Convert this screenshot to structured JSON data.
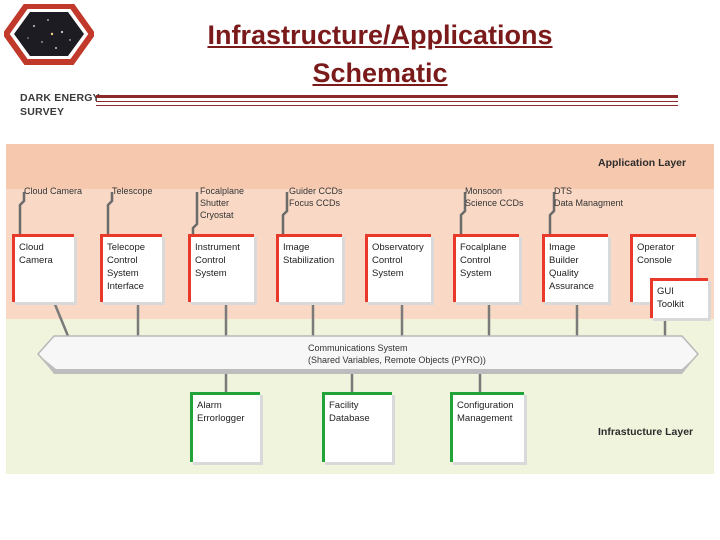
{
  "header": {
    "logo_line1": "DARK ENERGY",
    "logo_line2": "SURVEY",
    "title_line1": "Infrastructure/Applications",
    "title_line2": "Schematic"
  },
  "layers": {
    "application": "Application Layer",
    "infrastructure": "Infrastucture Layer"
  },
  "top_labels": [
    "Cloud Camera",
    "Telescope",
    "Focalplane\nShutter\nCryostat",
    "Guider CCDs\nFocus CCDs",
    "Monsoon\nScience CCDs",
    "DTS\nData Managment"
  ],
  "app_boxes": [
    "Cloud\nCamera",
    "Telecope\nControl\nSystem\nInterface",
    "Instrument\nControl\nSystem",
    "Image\nStabilization",
    "Observatory\nControl\nSystem",
    "Focalplane\nControl\nSystem",
    "Image\nBuilder\nQuality\nAssurance",
    "Operator\nConsole"
  ],
  "gui_box": "GUI\nToolkit",
  "comm": {
    "line1": "Communications System",
    "line2": "(Shared Variables, Remote Objects (PYRO))"
  },
  "infra_boxes": [
    "Alarm\nErrorlogger",
    "Facility\nDatabase",
    "Configuration\nManagement"
  ],
  "colors": {
    "title": "#7a1a1a",
    "app_layer": "#f7cfb6",
    "infra_layer": "#eef2d6",
    "app_box_border": "#e8392a",
    "infra_box_border": "#22a33a"
  }
}
